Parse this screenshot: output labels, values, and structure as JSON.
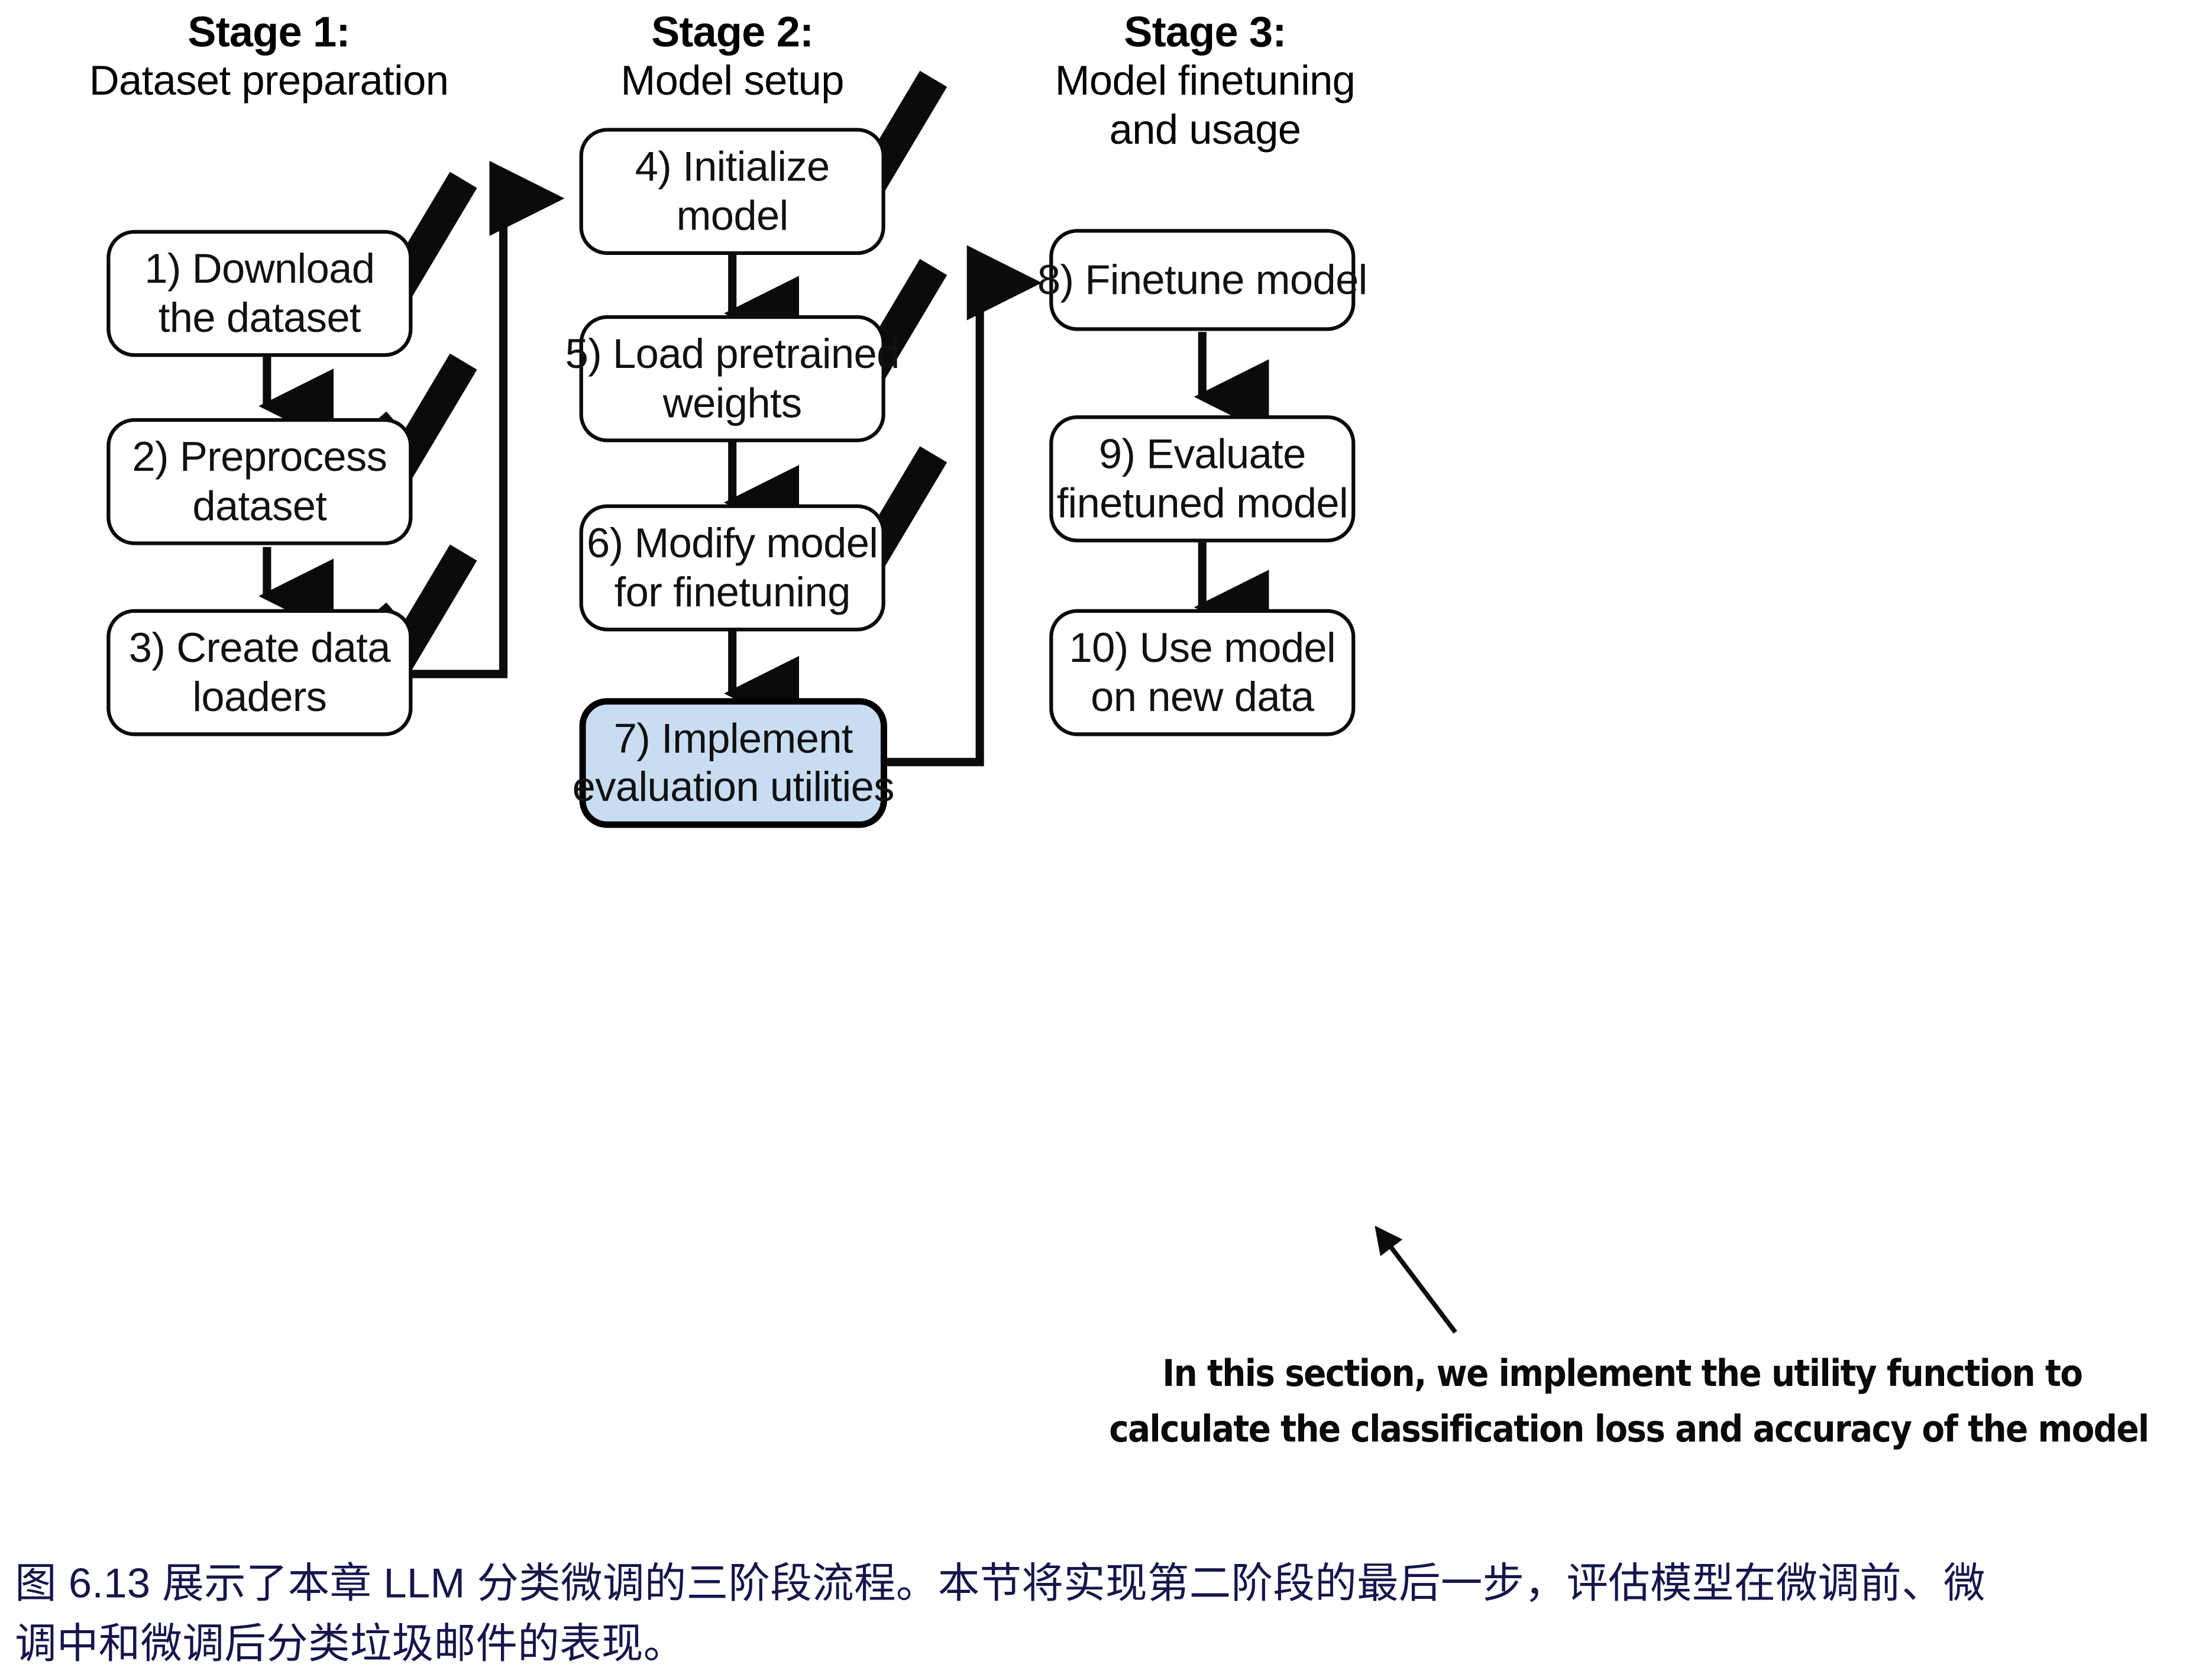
{
  "figure": {
    "type": "flowchart",
    "title_note": "Three-stage LLM classification finetuning pipeline"
  },
  "stages": [
    {
      "title": "Stage 1:",
      "subtitle_line1": "Dataset preparation",
      "subtitle_line2": ""
    },
    {
      "title": "Stage 2:",
      "subtitle_line1": "Model setup",
      "subtitle_line2": ""
    },
    {
      "title": "Stage 3:",
      "subtitle_line1": "Model finetuning",
      "subtitle_line2": "and usage"
    }
  ],
  "boxes": {
    "step1": {
      "line1": "1) Download",
      "line2": "the dataset",
      "done": true,
      "highlight": false
    },
    "step2": {
      "line1": "2) Preprocess",
      "line2": "dataset",
      "done": true,
      "highlight": false
    },
    "step3": {
      "line1": "3) Create data",
      "line2": "loaders",
      "done": true,
      "highlight": false
    },
    "step4": {
      "line1": "4) Initialize",
      "line2": "model",
      "done": true,
      "highlight": false
    },
    "step5": {
      "line1": "5) Load pretrained",
      "line2": "weights",
      "done": true,
      "highlight": false
    },
    "step6": {
      "line1": "6) Modify model",
      "line2": "for finetuning",
      "done": true,
      "highlight": false
    },
    "step7": {
      "line1": "7) Implement",
      "line2": "evaluation utilities",
      "done": false,
      "highlight": true
    },
    "step8": {
      "line1": "8) Finetune model",
      "line2": "",
      "done": false,
      "highlight": false
    },
    "step9": {
      "line1": "9) Evaluate",
      "line2": "finetuned model",
      "done": false,
      "highlight": false
    },
    "step10": {
      "line1": "10) Use model",
      "line2": "on new data",
      "done": false,
      "highlight": false
    }
  },
  "annotation": {
    "line1": "In this section, we implement the utility function to",
    "line2": "calculate the classification loss and accuracy of the model"
  },
  "caption": {
    "line1": "图 6.13 展示了本章 LLM 分类微调的三阶段流程。本节将实现第二阶段的最后一步，评估模型在微调前、微",
    "line2": "调中和微调后分类垃圾邮件的表现。"
  },
  "colors": {
    "highlight_fill": "#c9ddf2",
    "stroke": "#0b0b0b",
    "caption_text": "#16164c",
    "background": "#ffffff"
  }
}
